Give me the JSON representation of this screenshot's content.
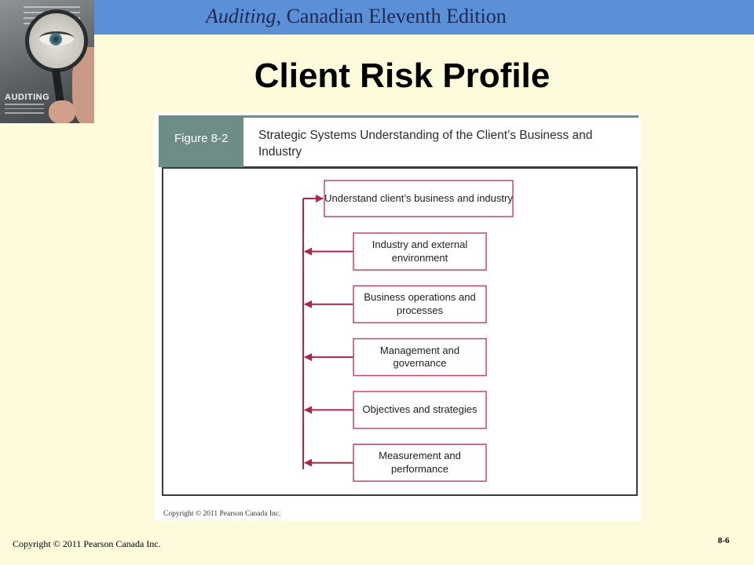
{
  "header": {
    "book_title": "Auditing",
    "edition": ", Canadian Eleventh Edition"
  },
  "cover": {
    "title": "AUDITING"
  },
  "slide": {
    "title": "Client Risk Profile",
    "slide_number": "8-6",
    "footer_copyright": "Copyright © 2011 Pearson Canada Inc."
  },
  "figure": {
    "label": "Figure 8-2",
    "caption": "Strategic Systems Understanding of the Client’s Business and Industry",
    "copyright": "Copyright © 2011 Pearson Canada Inc.",
    "top_box": "Understand client’s business and industry",
    "boxes": [
      "Industry and external environment",
      "Business operations and processes",
      "Management and governance",
      "Objectives and strategies",
      "Measurement and performance"
    ],
    "colors": {
      "label_fill": "#6e8d87",
      "box_border": "#c04a63",
      "arrow": "#a52a48"
    }
  }
}
